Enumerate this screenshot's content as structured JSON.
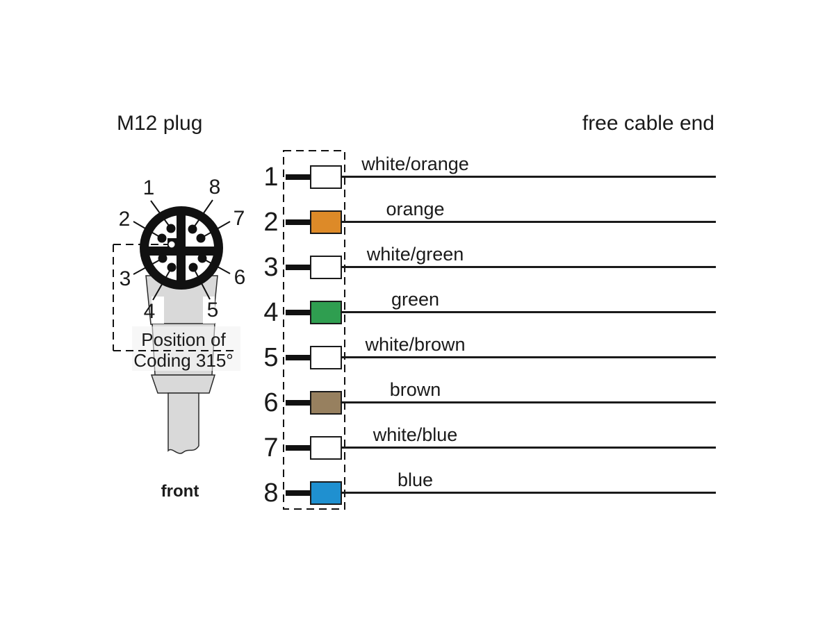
{
  "header": {
    "left": "M12 plug",
    "right": "free cable end"
  },
  "connector": {
    "pins": [
      {
        "label": "1"
      },
      {
        "label": "2"
      },
      {
        "label": "3"
      },
      {
        "label": "4"
      },
      {
        "label": "5"
      },
      {
        "label": "6"
      },
      {
        "label": "7"
      },
      {
        "label": "8"
      }
    ],
    "coding_line1": "Position of",
    "coding_line2": "Coding 315°",
    "front_label": "front"
  },
  "wires": {
    "rows": [
      {
        "pin": "1",
        "color_name": "white/orange",
        "hex": "#FFFFFF"
      },
      {
        "pin": "2",
        "color_name": "orange",
        "hex": "#DD8A28"
      },
      {
        "pin": "3",
        "color_name": "white/green",
        "hex": "#FFFFFF"
      },
      {
        "pin": "4",
        "color_name": "green",
        "hex": "#2F9E50"
      },
      {
        "pin": "5",
        "color_name": "white/brown",
        "hex": "#FFFFFF"
      },
      {
        "pin": "6",
        "color_name": "brown",
        "hex": "#97805F"
      },
      {
        "pin": "7",
        "color_name": "white/blue",
        "hex": "#FFFFFF"
      },
      {
        "pin": "8",
        "color_name": "blue",
        "hex": "#1F90D0"
      }
    ]
  },
  "colors": {
    "line": "#1a1a1a",
    "body_gray": "#d9d9d9",
    "band_gray": "#efefef"
  }
}
